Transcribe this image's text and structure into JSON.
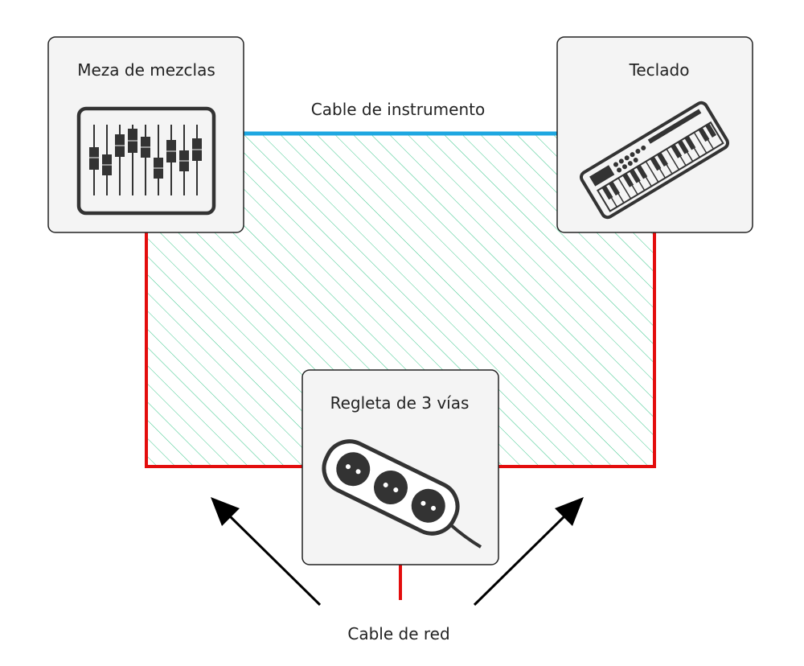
{
  "nodes": {
    "mixer": {
      "label": "Meza de mezclas",
      "icon": "mixing-console-icon"
    },
    "keyboard": {
      "label": "Teclado",
      "icon": "keyboard-synth-icon"
    },
    "power_strip": {
      "label": "Regleta de 3 vías",
      "icon": "power-strip-icon"
    }
  },
  "cables": {
    "instrument": {
      "label": "Cable de instrumento",
      "color": "#1ea7e1"
    },
    "power": {
      "label": "Cable de red",
      "color": "#e30d0d"
    }
  },
  "colors": {
    "hatch": "#3cc78c",
    "node_fill": "#f4f4f4",
    "node_border": "#222222",
    "arrow": "#000000"
  }
}
